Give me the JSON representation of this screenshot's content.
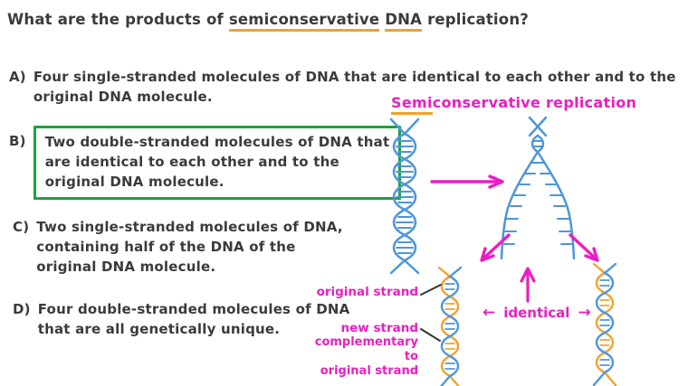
{
  "question": {
    "part1": "What are the products of ",
    "term1": "semiconservative",
    "part2": " ",
    "term2": "DNA",
    "part3": " replication?"
  },
  "options": [
    {
      "label": "A)",
      "lines": [
        "Four single-stranded molecules of DNA that are identical to each other and to the",
        "original DNA molecule."
      ],
      "highlighted": false
    },
    {
      "label": "B)",
      "lines": [
        "Two double-stranded molecules of DNA that",
        "are identical to each other and to the",
        "original DNA molecule."
      ],
      "highlighted": true
    },
    {
      "label": "C)",
      "lines": [
        "Two single-stranded molecules of DNA,",
        "containing half of the DNA of the",
        "original DNA molecule."
      ],
      "highlighted": false
    },
    {
      "label": "D)",
      "lines": [
        "Four double-stranded molecules of DNA",
        "that are all genetically unique."
      ],
      "highlighted": false
    }
  ],
  "diagram": {
    "title": {
      "underlined": "Semi",
      "rest": "conservative replication"
    },
    "labels": {
      "original_strand": "original strand",
      "new_strand_line1": "new strand",
      "new_strand_line2": "complementary to",
      "new_strand_line3": "original strand",
      "identical": "identical",
      "arrow_left_glyph": "←",
      "arrow_right_glyph": "→"
    }
  },
  "colors": {
    "ink": "#3b3b3b",
    "magenta": "#ea1ec2",
    "orange": "#f0a22e",
    "blue": "#4e96d9",
    "green": "#1da23c"
  }
}
